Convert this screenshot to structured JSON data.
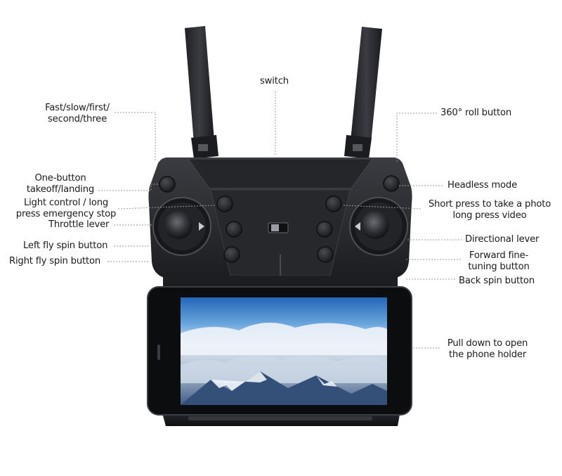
{
  "labels": {
    "switch": "switch",
    "speed": [
      "Fast/slow/first/",
      "second/three"
    ],
    "roll": "360° roll button",
    "takeoff": [
      "One-button",
      "takeoff/landing"
    ],
    "light": [
      "Light control / long",
      "press emergency stop"
    ],
    "throttle": "Throttle lever",
    "left_spin": "Left fly spin button",
    "right_spin": "Right fly spin button",
    "headless": "Headless mode",
    "photo": [
      "Short press to take a photo",
      "long press video"
    ],
    "directional": "Directional lever",
    "forward": [
      "Forward fine-",
      "tuning button"
    ],
    "back_spin": "Back spin button",
    "phone_holder": [
      "Pull down to open",
      "the phone holder"
    ]
  },
  "icons": [
    "antenna-icon",
    "joystick-icon",
    "power-switch-icon",
    "phone-icon"
  ],
  "colors": {
    "controller_body": "#2b2d31",
    "leader_line": "#9a9a9a",
    "sky_top": "#2f7fd0",
    "clouds": "#e8eef5"
  }
}
